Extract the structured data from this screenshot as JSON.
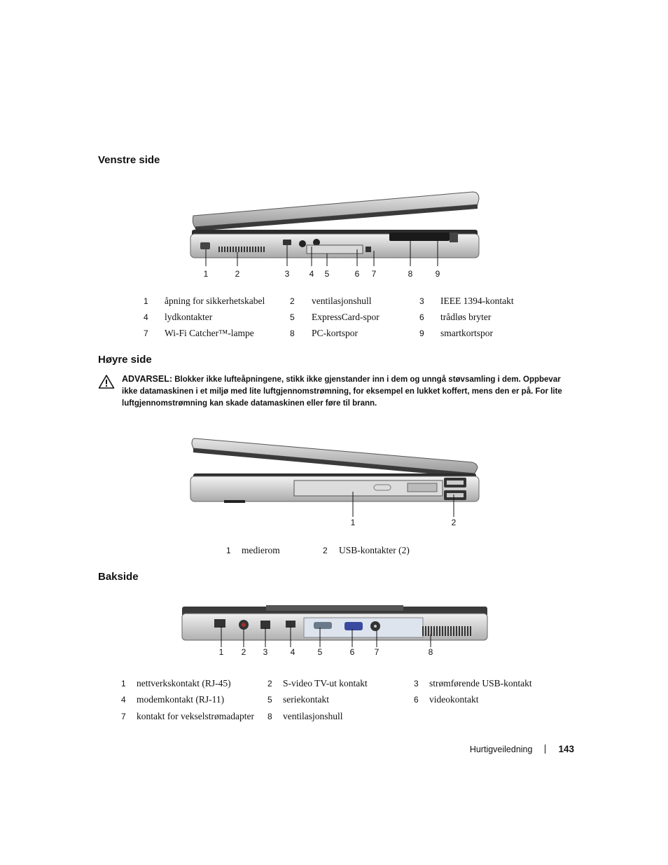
{
  "sections": {
    "left": {
      "title": "Venstre side",
      "callouts": [
        "1",
        "2",
        "3",
        "4",
        "5",
        "6",
        "7",
        "8",
        "9"
      ],
      "legend": [
        {
          "n": "1",
          "t": "åpning for sikkerhetskabel"
        },
        {
          "n": "2",
          "t": "ventilasjonshull"
        },
        {
          "n": "3",
          "t": "IEEE 1394-kontakt"
        },
        {
          "n": "4",
          "t": "lydkontakter"
        },
        {
          "n": "5",
          "t": "ExpressCard-spor"
        },
        {
          "n": "6",
          "t": "trådløs bryter"
        },
        {
          "n": "7",
          "t": "Wi-Fi Catcher™-lampe"
        },
        {
          "n": "8",
          "t": "PC-kortspor"
        },
        {
          "n": "9",
          "t": "smartkortspor"
        }
      ]
    },
    "right": {
      "title": "Høyre side",
      "warning_label": "ADVARSEL:",
      "warning_text": "Blokker ikke lufteåpningene, stikk ikke gjenstander inn i dem og unngå støvsamling i dem. Oppbevar ikke datamaskinen i et miljø med lite luftgjennomstrømning, for eksempel en lukket koffert, mens den er på. For lite luftgjennomstrømning kan skade datamaskinen eller føre til brann.",
      "callouts": [
        "1",
        "2"
      ],
      "legend": [
        {
          "n": "1",
          "t": "medierom"
        },
        {
          "n": "2",
          "t": "USB-kontakter (2)"
        }
      ]
    },
    "back": {
      "title": "Bakside",
      "callouts": [
        "1",
        "2",
        "3",
        "4",
        "5",
        "6",
        "7",
        "8"
      ],
      "legend": [
        {
          "n": "1",
          "t": "nettverkskontakt (RJ-45)"
        },
        {
          "n": "2",
          "t": "S-video TV-ut kontakt"
        },
        {
          "n": "3",
          "t": "strømførende USB-kontakt"
        },
        {
          "n": "4",
          "t": "modemkontakt (RJ-11)"
        },
        {
          "n": "5",
          "t": "seriekontakt"
        },
        {
          "n": "6",
          "t": "videokontakt"
        },
        {
          "n": "7",
          "t": "kontakt for vekselstrømadapter"
        },
        {
          "n": "8",
          "t": "ventilasjonshull"
        }
      ]
    }
  },
  "footer": {
    "guide": "Hurtigveiledning",
    "page": "143"
  }
}
